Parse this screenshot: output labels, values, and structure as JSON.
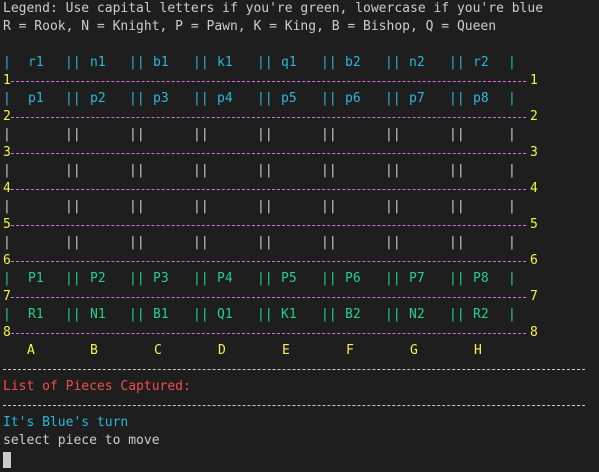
{
  "legend": {
    "line1": "Legend: Use capital letters if you're green, lowercase if you're blue",
    "line2": "R = Rook, N = Knight, P = Pawn, K = King, B = Bishop, Q = Queen"
  },
  "board": {
    "files": [
      "A",
      "B",
      "C",
      "D",
      "E",
      "F",
      "G",
      "H"
    ],
    "ranks": [
      "1",
      "2",
      "3",
      "4",
      "5",
      "6",
      "7",
      "8"
    ],
    "rows": [
      {
        "color": "blue",
        "cells": [
          "r1",
          "n1",
          "b1",
          "k1",
          "q1",
          "b2",
          "n2",
          "r2"
        ]
      },
      {
        "color": "blue",
        "cells": [
          "p1",
          "p2",
          "p3",
          "p4",
          "p5",
          "p6",
          "p7",
          "p8"
        ]
      },
      {
        "color": "white",
        "cells": [
          "",
          "",
          "",
          "",
          "",
          "",
          "",
          ""
        ]
      },
      {
        "color": "white",
        "cells": [
          "",
          "",
          "",
          "",
          "",
          "",
          "",
          ""
        ]
      },
      {
        "color": "white",
        "cells": [
          "",
          "",
          "",
          "",
          "",
          "",
          "",
          ""
        ]
      },
      {
        "color": "white",
        "cells": [
          "",
          "",
          "",
          "",
          "",
          "",
          "",
          ""
        ]
      },
      {
        "color": "green",
        "cells": [
          "P1",
          "P2",
          "P3",
          "P4",
          "P5",
          "P6",
          "P7",
          "P8"
        ]
      },
      {
        "color": "green",
        "cells": [
          "R1",
          "N1",
          "B1",
          "Q1",
          "K1",
          "B2",
          "N2",
          "R2"
        ]
      }
    ],
    "pipe_single": "|",
    "pipe_double": "||"
  },
  "captured": {
    "title": "List of Pieces Captured:"
  },
  "status": {
    "turn": "It's Blue's turn",
    "prompt": "select piece to move"
  },
  "colors": {
    "background": "#1e1e1e",
    "text": "#cccccc",
    "blue": "#29b8db",
    "green": "#23d18b",
    "yellow": "#f5f543",
    "red": "#f14c4c",
    "magenta": "#d670d6"
  }
}
